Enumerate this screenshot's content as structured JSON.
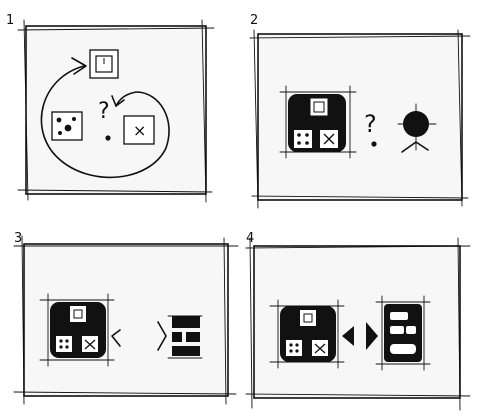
{
  "panels": [
    {
      "label": "1"
    },
    {
      "label": "2"
    },
    {
      "label": "3"
    },
    {
      "label": "4"
    }
  ],
  "symbols": {
    "question_mark": "?",
    "close_mark": "×"
  },
  "colors": {
    "ink": "#111111",
    "paper": "#ffffff",
    "panel_fill": "#f7f7f7"
  }
}
